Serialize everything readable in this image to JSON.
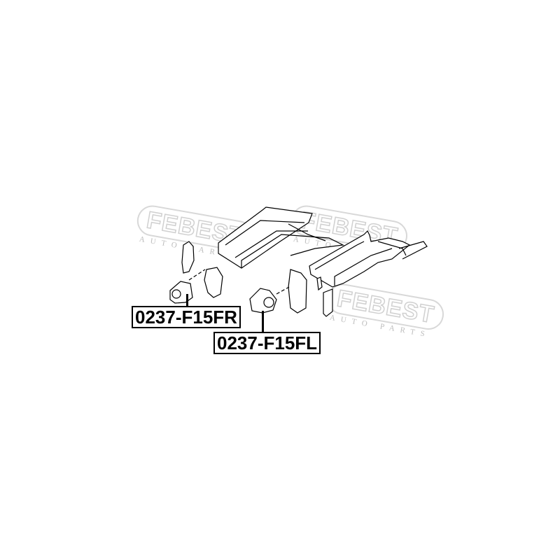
{
  "watermark": {
    "brand": "FEBEST",
    "subtitle": "AUTO PARTS"
  },
  "parts": [
    {
      "part_number": "0237-F15FR"
    },
    {
      "part_number": "0237-F15FL"
    }
  ],
  "colors": {
    "line": "#000000",
    "watermark": "#d4d4d4",
    "background": "#ffffff"
  }
}
